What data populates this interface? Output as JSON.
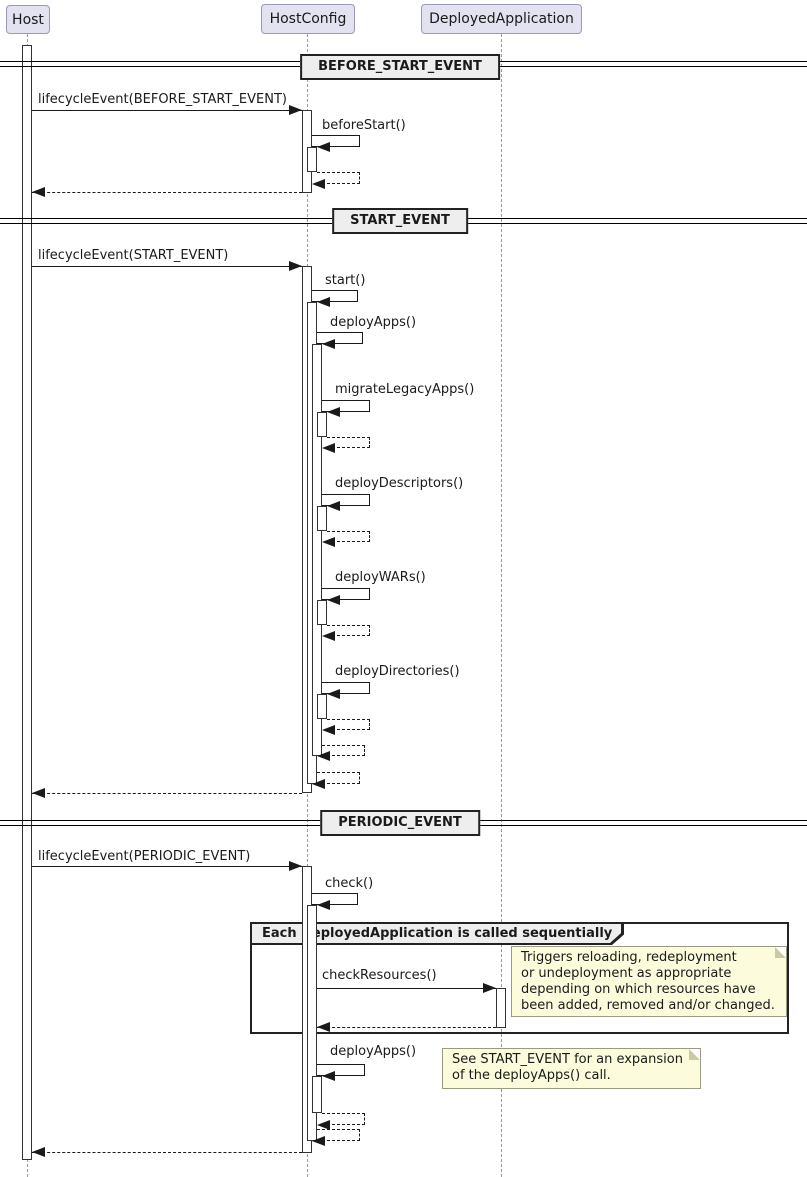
{
  "diagram_type": "uml-sequence",
  "participants": [
    {
      "name": "Host"
    },
    {
      "name": "HostConfig"
    },
    {
      "name": "DeployedApplication"
    }
  ],
  "dividers": [
    {
      "label": "BEFORE_START_EVENT"
    },
    {
      "label": "START_EVENT"
    },
    {
      "label": "PERIODIC_EVENT"
    }
  ],
  "labels": {
    "lifecycle_before_start": "lifecycleEvent(BEFORE_START_EVENT)",
    "before_start": "beforeStart()",
    "lifecycle_start": "lifecycleEvent(START_EVENT)",
    "start": "start()",
    "deploy_apps": "deployApps()",
    "migrate_legacy_apps": "migrateLegacyApps()",
    "deploy_descriptors": "deployDescriptors()",
    "deploy_wars": "deployWARs()",
    "deploy_directories": "deployDirectories()",
    "lifecycle_periodic": "lifecycleEvent(PERIODIC_EVENT)",
    "check": "check()",
    "check_resources": "checkResources()",
    "deploy_apps_periodic": "deployApps()"
  },
  "group": {
    "label": "Each DeployedApplication is called sequentially"
  },
  "notes": [
    {
      "text": "Triggers reloading, redeployment\nor undeployment as appropriate\ndepending on which resources have\nbeen added, removed and/or changed."
    },
    {
      "text": "See START_EVENT for an expansion\nof the deployApps() call."
    }
  ],
  "colors": {
    "participant_fill": "#E2E2F0",
    "participant_border": "#9A9AB8",
    "divider_fill": "#EEEEEE",
    "group_header_fill": "#EEEEEE",
    "note_fill": "#FCFCDC",
    "note_border": "#9A9A82",
    "line": "#1A1A1A",
    "background": "#FFFFFF"
  }
}
